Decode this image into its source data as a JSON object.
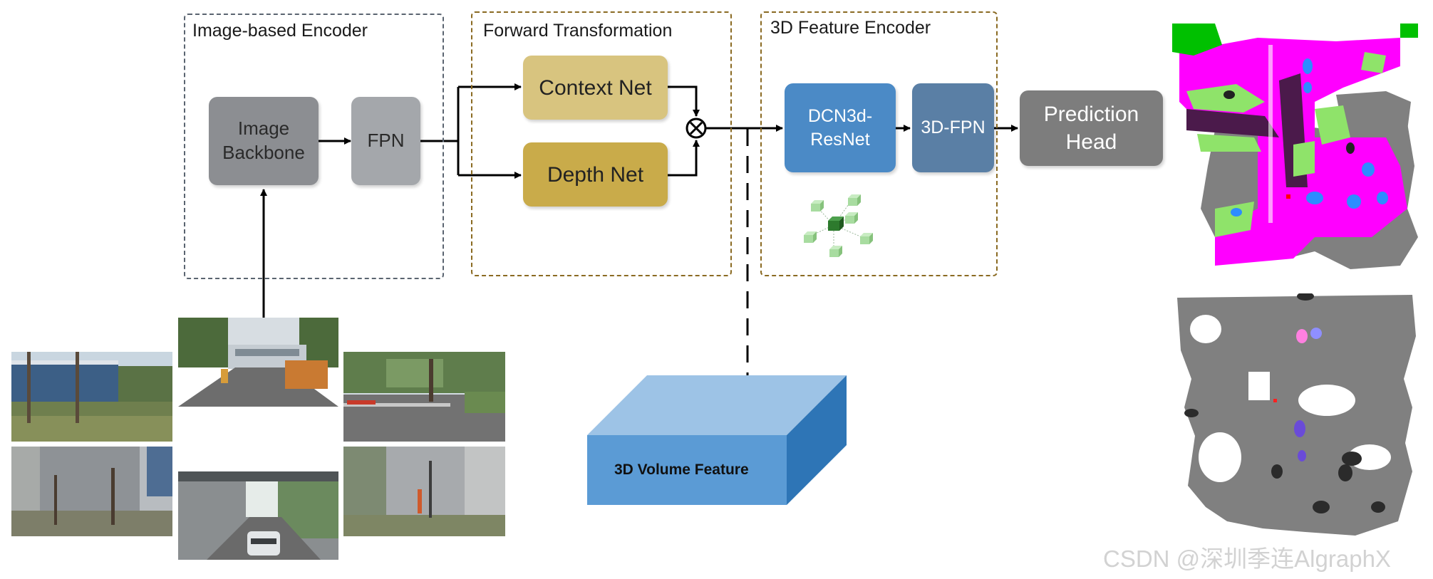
{
  "groups": {
    "image_encoder": "Image-based Encoder",
    "forward_transformation": "Forward Transformation",
    "feature_encoder_3d": "3D Feature Encoder"
  },
  "blocks": {
    "image_backbone": [
      "Image",
      "Backbone"
    ],
    "fpn": "FPN",
    "context_net": "Context Net",
    "depth_net": "Depth Net",
    "dcn3d_resnet": [
      "DCN3d-",
      "ResNet"
    ],
    "fpn_3d": "3D-FPN",
    "prediction_head": [
      "Prediction",
      "Head"
    ]
  },
  "volume": {
    "label": "3D Volume Feature"
  },
  "operator": {
    "symbol": "⊗"
  },
  "watermark": "CSDN @深圳季连AlgraphX",
  "colors": {
    "image_backbone": "#8c8e92",
    "fpn": "#a4a7ab",
    "context_net": "#d8c47f",
    "depth_net": "#c9ab4a",
    "dcn3d_resnet": "#4b8ac6",
    "fpn_3d": "#5a7fa5",
    "prediction_head": "#7d7d7d",
    "volume_front": "#5b9bd5",
    "volume_top": "#9dc3e6",
    "volume_side": "#2e75b6",
    "occupancy_magenta": "#ff00ff",
    "occupancy_green": "#8fe36a",
    "occupancy_gray": "#808080"
  }
}
